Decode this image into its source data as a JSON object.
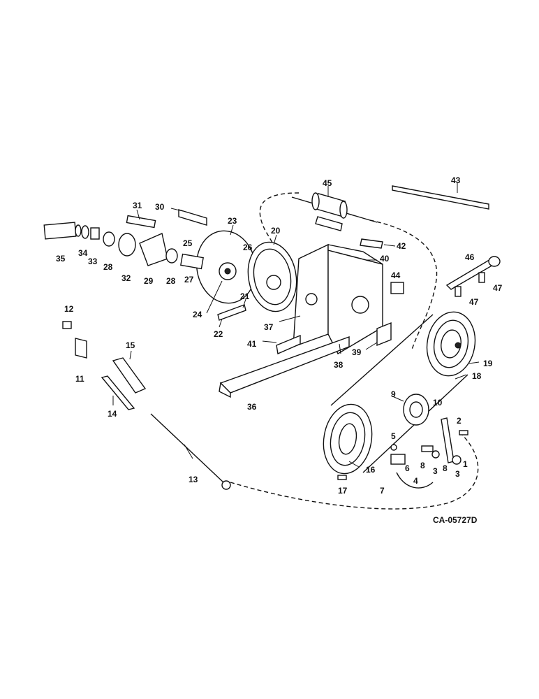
{
  "diagram": {
    "code": "CA-05727D",
    "callouts": [
      "1",
      "2",
      "3",
      "3",
      "4",
      "5",
      "6",
      "7",
      "8",
      "8",
      "9",
      "10",
      "11",
      "12",
      "13",
      "14",
      "15",
      "16",
      "17",
      "18",
      "19",
      "20",
      "21",
      "22",
      "23",
      "24",
      "25",
      "26",
      "27",
      "28",
      "28",
      "29",
      "30",
      "31",
      "32",
      "33",
      "34",
      "35",
      "36",
      "37",
      "38",
      "39",
      "40",
      "41",
      "42",
      "43",
      "44",
      "45",
      "46",
      "47",
      "47"
    ]
  }
}
